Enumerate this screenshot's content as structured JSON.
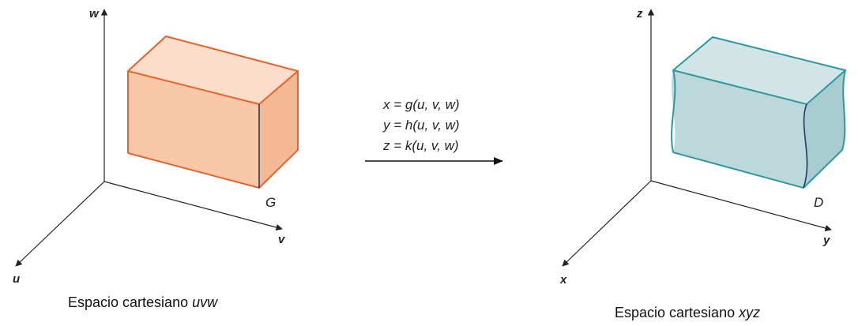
{
  "left_space": {
    "axes": {
      "vertical": "w",
      "right": "v",
      "front": "u"
    },
    "region_label": "G",
    "caption_prefix": "Espacio cartesiano ",
    "caption_vars": "uvw",
    "colors": {
      "face_front": "#f9c8a9",
      "face_top": "#fbddc9",
      "face_side": "#f5b895",
      "edge": "#e8632a",
      "hidden_edge": "#1f3a6b"
    }
  },
  "right_space": {
    "axes": {
      "vertical": "z",
      "right": "y",
      "front": "x"
    },
    "region_label": "D",
    "caption_prefix": "Espacio cartesiano ",
    "caption_vars": "xyz",
    "colors": {
      "face_front": "#bcd8db",
      "face_top": "#d3e4e6",
      "face_side": "#a9ccd0",
      "edge": "#2a9aa0",
      "hidden_edge": "#1f3a6b"
    }
  },
  "transformation": {
    "equations": [
      "x = g(u, v, w)",
      "y = h(u, v, w)",
      "z = k(u, v, w)"
    ]
  },
  "colors": {
    "axis": "#222222",
    "arrow": "#111111"
  }
}
